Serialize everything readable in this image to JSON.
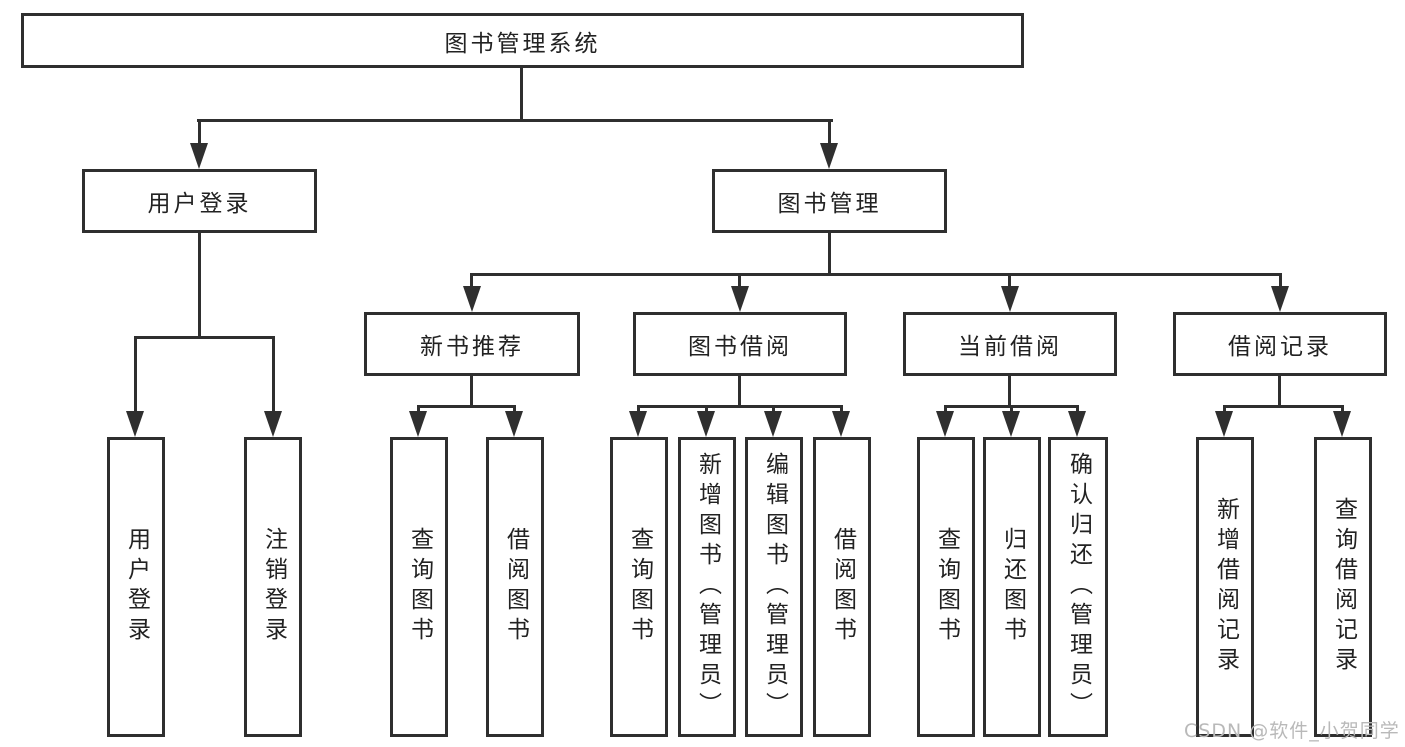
{
  "diagram": {
    "root": {
      "label": "图书管理系统"
    },
    "level2": [
      {
        "label": "用户登录"
      },
      {
        "label": "图书管理"
      }
    ],
    "level3": [
      {
        "label": "新书推荐"
      },
      {
        "label": "图书借阅"
      },
      {
        "label": "当前借阅"
      },
      {
        "label": "借阅记录"
      }
    ],
    "leaves": {
      "user_login": [
        {
          "label": "用户登录"
        },
        {
          "label": "注销登录"
        }
      ],
      "new_book": [
        {
          "label": "查询图书"
        },
        {
          "label": "借阅图书"
        }
      ],
      "book_borrow": [
        {
          "label": "查询图书"
        },
        {
          "label": "新增图书（管理员）"
        },
        {
          "label": "编辑图书（管理员）"
        },
        {
          "label": "借阅图书"
        }
      ],
      "current_borrow": [
        {
          "label": "查询图书"
        },
        {
          "label": "归还图书"
        },
        {
          "label": "确认归还（管理员）"
        }
      ],
      "borrow_record": [
        {
          "label": "新增借阅记录"
        },
        {
          "label": "查询借阅记录"
        }
      ]
    }
  },
  "watermark": {
    "text": "CSDN @软件_小贺同学"
  },
  "colors": {
    "line": "#2f2f2f",
    "text": "#222222",
    "watermark": "#b9b9b9",
    "background": "#ffffff"
  }
}
